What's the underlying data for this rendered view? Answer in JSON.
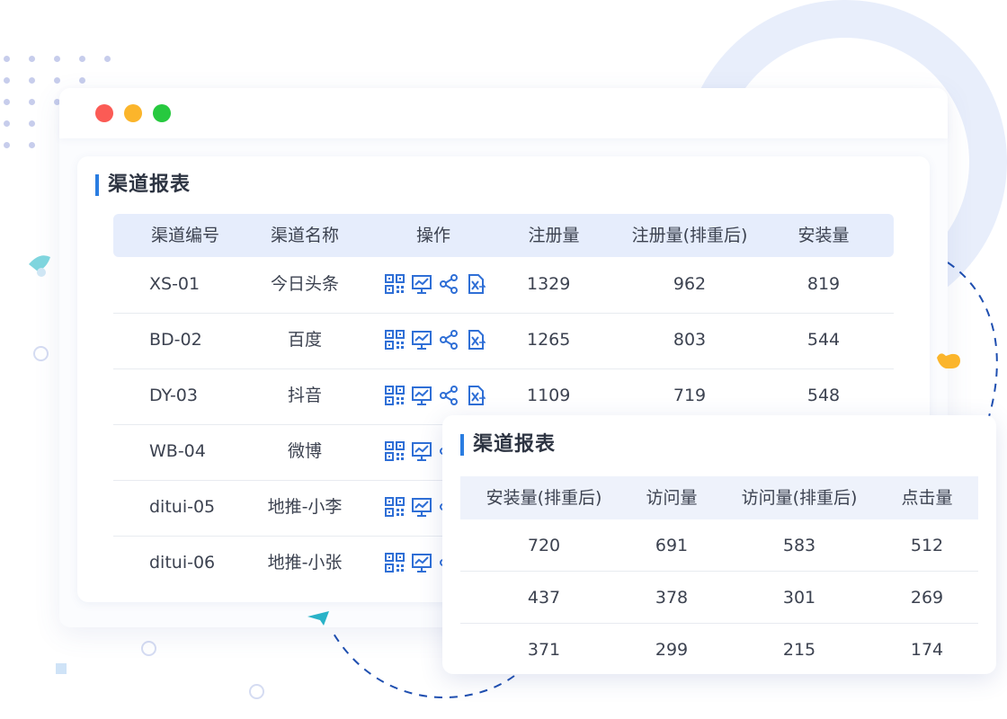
{
  "main_report": {
    "title": "渠道报表",
    "headers": [
      "渠道编号",
      "渠道名称",
      "操作",
      "注册量",
      "注册量(排重后)",
      "安装量"
    ],
    "rows": [
      {
        "code": "XS-01",
        "name": "今日头条",
        "reg": "1329",
        "reg_dedup": "962",
        "install": "819"
      },
      {
        "code": "BD-02",
        "name": "百度",
        "reg": "1265",
        "reg_dedup": "803",
        "install": "544"
      },
      {
        "code": "DY-03",
        "name": "抖音",
        "reg": "1109",
        "reg_dedup": "719",
        "install": "548"
      },
      {
        "code": "WB-04",
        "name": "微博",
        "reg": "",
        "reg_dedup": "",
        "install": ""
      },
      {
        "code": "ditui-05",
        "name": "地推-小李",
        "reg": "",
        "reg_dedup": "",
        "install": ""
      },
      {
        "code": "ditui-06",
        "name": "地推-小张",
        "reg": "",
        "reg_dedup": "",
        "install": ""
      }
    ],
    "row_actions": [
      "qrcode-icon",
      "trend-chart-icon",
      "share-icon",
      "excel-export-icon"
    ]
  },
  "overlay_report": {
    "title": "渠道报表",
    "headers": [
      "安装量(排重后)",
      "访问量",
      "访问量(排重后)",
      "点击量"
    ],
    "rows": [
      {
        "install_dedup": "720",
        "visits": "691",
        "visits_dedup": "583",
        "clicks": "512"
      },
      {
        "install_dedup": "437",
        "visits": "378",
        "visits_dedup": "301",
        "clicks": "269"
      },
      {
        "install_dedup": "371",
        "visits": "299",
        "visits_dedup": "215",
        "clicks": "174"
      }
    ]
  },
  "colors": {
    "accent": "#2a7de1",
    "icon_blue": "#2f6fd6",
    "header_bg": "#e6edfc",
    "traffic_red": "#fb5b55",
    "traffic_yellow": "#fbb52b",
    "traffic_green": "#27c93f"
  }
}
